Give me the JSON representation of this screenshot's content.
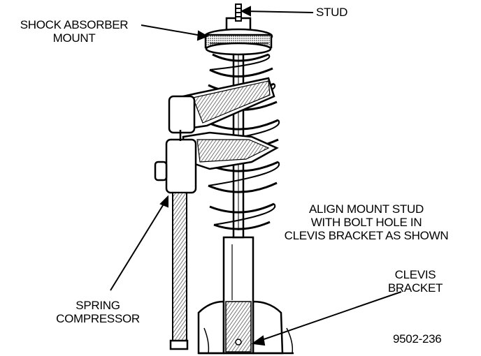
{
  "labels": {
    "shock_absorber_mount": {
      "line1": "SHOCK ABSORBER",
      "line2": "MOUNT"
    },
    "stud": "STUD",
    "align_note": {
      "line1": "ALIGN MOUNT STUD",
      "line2": "WITH BOLT HOLE IN",
      "line3": "CLEVIS BRACKET AS SHOWN"
    },
    "clevis_bracket": {
      "line1": "CLEVIS",
      "line2": "BRACKET"
    },
    "spring_compressor": {
      "line1": "SPRING",
      "line2": "COMPRESSOR"
    },
    "figure_number": "9502-236"
  },
  "colors": {
    "ink": "#000000",
    "paper": "#ffffff",
    "shade": "#9a9a9a"
  }
}
